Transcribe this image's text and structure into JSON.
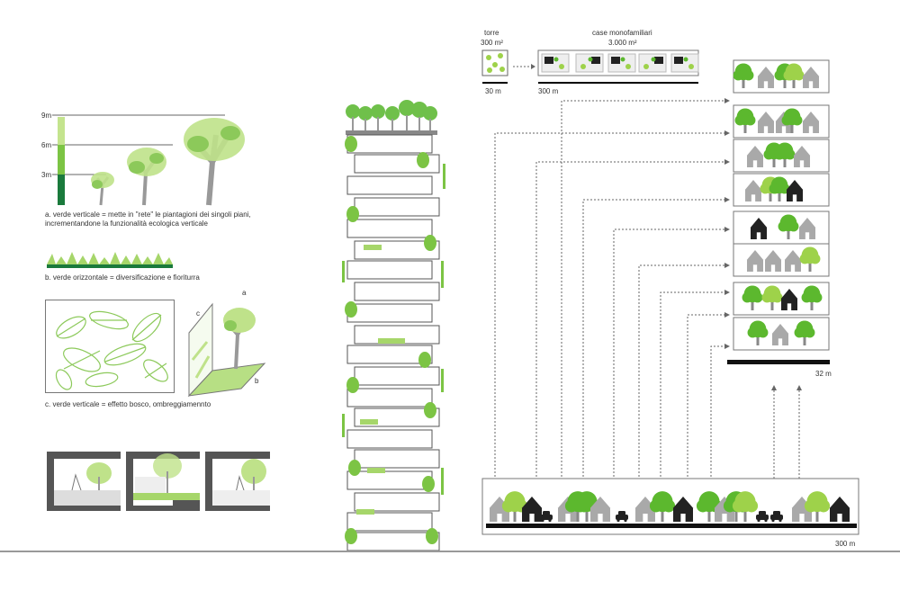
{
  "legend_a": {
    "heights": [
      "9m",
      "6m",
      "3m"
    ],
    "caption_line1": "a. verde verticale = mette in \"rete\" le piantagioni dei singoli piani,",
    "caption_line2": "incrementandone la funzionalità ecologica verticale"
  },
  "legend_b": {
    "caption": "b. verde orizzontale = diversificazione e fioriturra"
  },
  "legend_c": {
    "caption": "c. verde verticale = effetto bosco, ombreggiamennto",
    "labels": [
      "a",
      "b",
      "c"
    ]
  },
  "comparison": {
    "tower_label": "torre",
    "tower_area": "300 m²",
    "tower_scale": "30 m",
    "houses_label": "case monofamiliari",
    "houses_area": "3.000 m²",
    "houses_scale": "300 m"
  },
  "stack": {
    "height_label": "32 m"
  },
  "ground": {
    "width_label": "300 m"
  },
  "colors": {
    "light_green": "#9ed24a",
    "mid_green": "#5cb82e",
    "dark_green": "#1a7a3c",
    "house_gray": "#a9a9a9",
    "house_dark": "#222222",
    "line_gray": "#666666"
  }
}
